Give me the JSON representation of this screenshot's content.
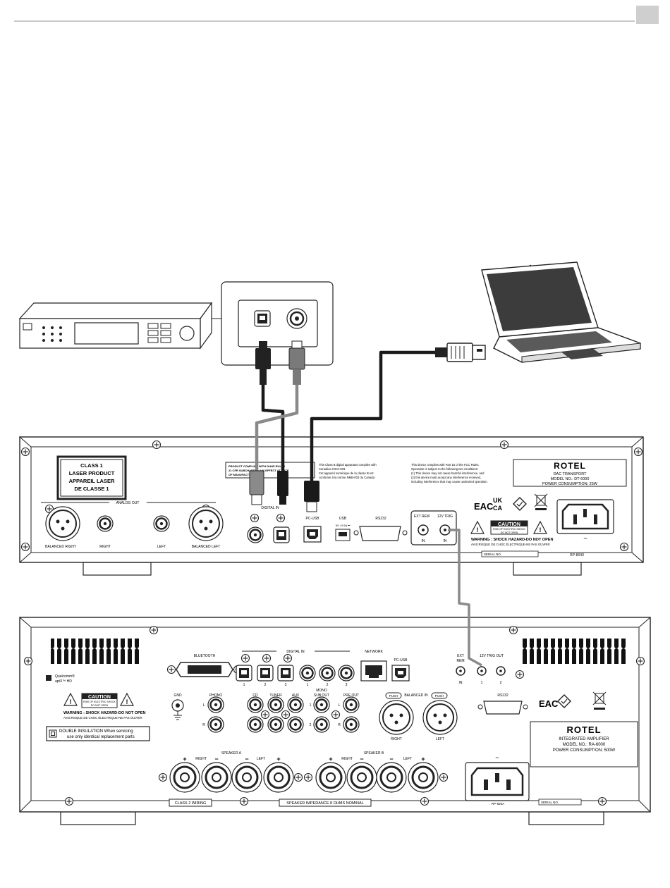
{
  "transport": {
    "laser_label": [
      "CLASS 1",
      "LASER PRODUCT",
      "APPAREIL LASER",
      "DE CLASSE 1"
    ],
    "analog_out": "ANALOG OUT",
    "out_labels": [
      "BALANCED RIGHT",
      "RIGHT",
      "LEFT",
      "BALANCED LEFT"
    ],
    "compliance_box": [
      "PRODUCT COMPLIES WITH DHHS RULES",
      "21 CFR SUBCHAPTER J IN EFFECT AT DATE",
      "OF MANUFACTURE"
    ],
    "digital_in": "DIGITAL IN",
    "pc_usb": "PC-USB",
    "usb": "USB",
    "usb_power": "5V / 0.5A ⎓",
    "rs232": "RS232",
    "class_b_notice": [
      "This Class B digital apparatus complies with",
      "Canadian ICES-003.",
      "Cet appareil numérique de la classe B est",
      "conforme à la norme NMB-003 du Canada."
    ],
    "fcc_notice": [
      "This device complies with Part 15 of the FCC Rules.",
      "Operation is subject to the following two conditions:",
      "(1) This device may not cause harmful interference, and",
      "(2) this device must accept any interference received,",
      "including interference that may cause undesired operation."
    ],
    "brand": "ROTEL",
    "model_lines": [
      "DAC TRANSPORT",
      "MODEL NO.: DT-6000",
      "POWER CONSUMPTION: 25W"
    ],
    "ext_rem": "EXT REM",
    "trig_12v": "12V TRIG",
    "in_label": "IN",
    "cert_marks": [
      "EAC",
      "UK",
      "CA"
    ],
    "caution": "CAUTION",
    "caution_small": [
      "RISK OF ELECTRIC SHOCK",
      "DO NOT OPEN"
    ],
    "warning": "WARNING : SHOCK HAZARD-DO NOT OPEN",
    "warning_fr": "AVIS:RISQUE DE CHOC ÉLECTRIQUE-NE PAS OUVRIR",
    "serial": "SERIAL NO.",
    "part_no": "RP-8040",
    "ac_symbol": "~"
  },
  "amplifier": {
    "qualcomm": [
      "Qualcomm®",
      "aptX™ HD"
    ],
    "bluetooth": "BLUETOOTH",
    "digital_in": "DIGITAL IN",
    "network": "NETWORK",
    "pc_usb": "PC-USB",
    "ext_rem": [
      "EXT",
      "REM"
    ],
    "trig_out": "12V TRIG OUT",
    "input_numbers": [
      "1",
      "2",
      "3",
      "1",
      "2",
      "3"
    ],
    "trig_numbers": [
      "IN",
      "1",
      "2"
    ],
    "caution": "CAUTION",
    "caution_small": [
      "RISK OF ELECTRIC SHOCK",
      "DO NOT OPEN"
    ],
    "warning": "WARNING : SHOCK HAZARD-DO NOT OPEN",
    "warning_fr": "AVIS:RISQUE DE CHOC ÉLECTRIQUE-NE PAS OUVRIR",
    "gnd": "GND",
    "phono": "PHONO",
    "input_labels": [
      "CD",
      "TUNER",
      "AUX"
    ],
    "mono_sub_out": [
      "MONO",
      "SUB OUT"
    ],
    "pre_out": "PRE OUT",
    "balanced_in": "BALANCED IN",
    "push": "PUSH",
    "rl_labels": [
      "RIGHT",
      "LEFT"
    ],
    "lr_marks": [
      "L",
      "R"
    ],
    "sub_numbers": [
      "1",
      "2"
    ],
    "rs232": "RS232",
    "double_insulation": [
      "DOUBLE INSULATION  When servicing",
      "use only identical replacement parts"
    ],
    "brand": "ROTEL",
    "model_lines": [
      "INTEGRATED AMPLIFIER",
      "MODEL NO.: RA-6000",
      "POWER CONSUMPTION: 500W"
    ],
    "speaker_a": "SPEAKER  A",
    "speaker_b": "SPEAKER  B",
    "spk_labels": [
      "RIGHT",
      "LEFT",
      "RIGHT",
      "LEFT"
    ],
    "class2": "CLASS 2 WIRING",
    "impedance": "SPEAKER IMPEDANCE 8 OHMS NOMINAL",
    "part_no": "RP-820A",
    "serial": "SERIAL NO.",
    "cert_marks": [
      "EAC"
    ],
    "ac_symbol": "~"
  },
  "symbols": {
    "plus": "+",
    "minus": "−"
  },
  "colors": {
    "cable_black": "#1a1a1a",
    "cable_gray": "#8a8a8a",
    "line": "#222222",
    "screen": "#3c3c3c",
    "page_tab": "#cfcfcf"
  }
}
